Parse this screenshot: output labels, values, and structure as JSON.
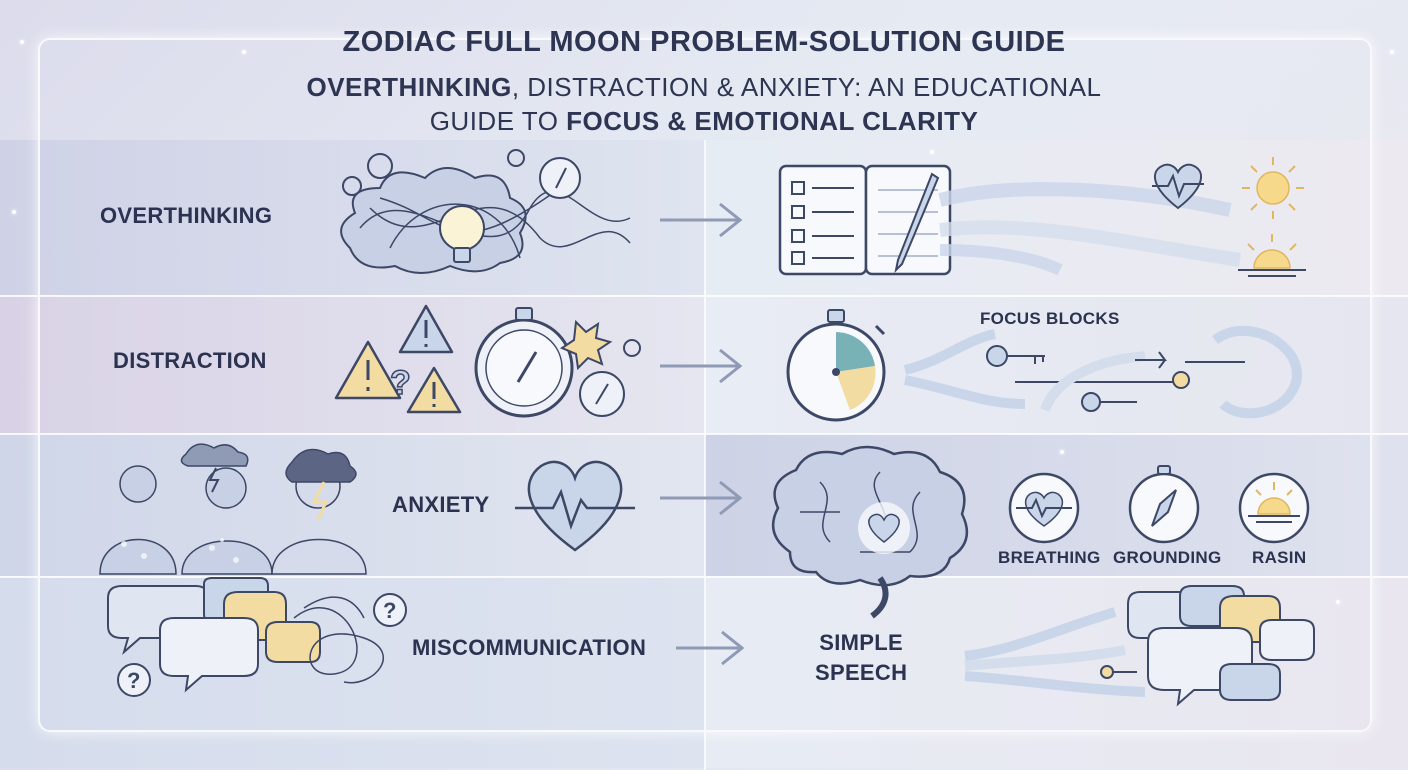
{
  "header": {
    "title": "ZODIAC FULL MOON PROBLEM-SOLUTION GUIDE",
    "subtitle_part1": "OVERTHINKING",
    "subtitle_part2": ", DISTRACTION & ANXIETY: AN EDUCATIONAL",
    "subtitle_part3": "GUIDE TO ",
    "subtitle_part4": "FOCUS & EMOTIONAL CLARITY"
  },
  "rows": [
    {
      "problem": "OVERTHINKING"
    },
    {
      "problem": "DISTRACTION",
      "solution": "FOCUS BLOCKS"
    },
    {
      "problem": "ANXIETY",
      "solutions": [
        "BREATHING",
        "GROUNDING",
        "RASIN"
      ]
    },
    {
      "problem": "MISCOMMUNICATION",
      "solution_line1": "SIMPLE",
      "solution_line2": "SPEECH"
    }
  ],
  "colors": {
    "ink": "#2c3550",
    "icon_stroke": "#3d4766",
    "soft_blue": "#c9d6ea",
    "warm_yellow": "#f3dca2",
    "teal": "#4e9aa0"
  }
}
